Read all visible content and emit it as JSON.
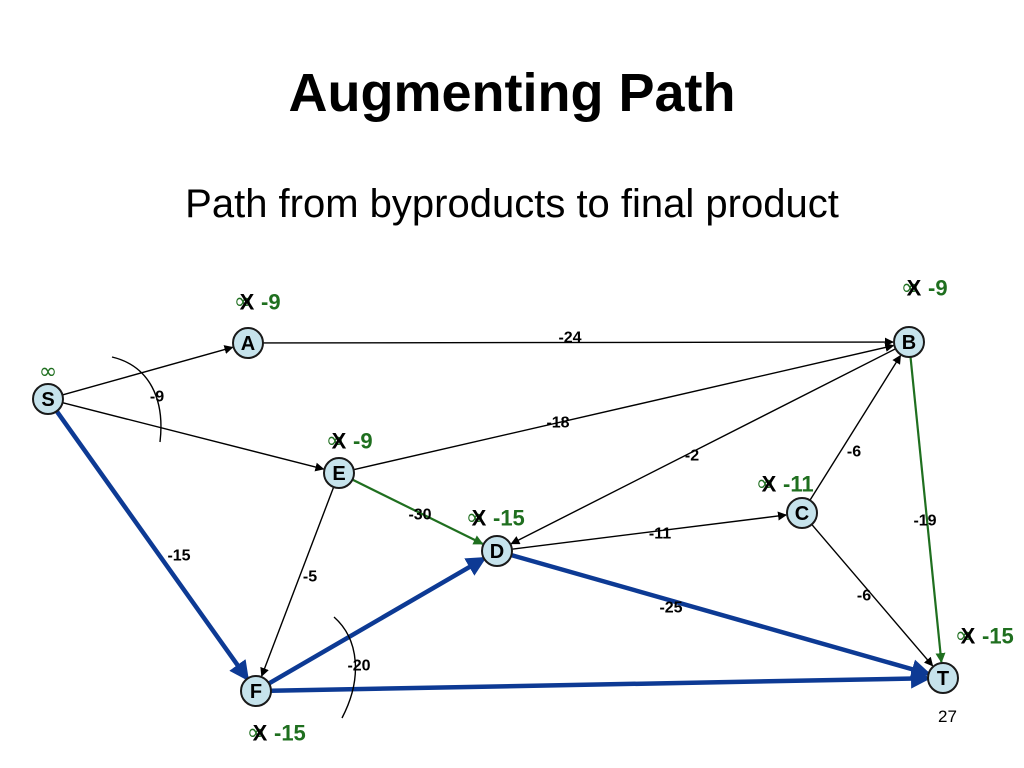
{
  "slide": {
    "title": "Augmenting Path",
    "subtitle": "Path from byproducts to final product",
    "page_number": "27"
  },
  "colors": {
    "node_fill": "#c6e3ec",
    "path_blue": "#0d3a94",
    "path_green": "#1f6f1f",
    "edge_black": "#000000",
    "label_green": "#1f6f1f"
  },
  "nodes": [
    {
      "id": "S",
      "label": "S"
    },
    {
      "id": "A",
      "label": "A"
    },
    {
      "id": "B",
      "label": "B"
    },
    {
      "id": "E",
      "label": "E"
    },
    {
      "id": "D",
      "label": "D"
    },
    {
      "id": "C",
      "label": "C"
    },
    {
      "id": "F",
      "label": "F"
    },
    {
      "id": "T",
      "label": "T"
    }
  ],
  "edges": [
    {
      "from": "S",
      "to": "A",
      "label": "",
      "style": "black"
    },
    {
      "from": "S",
      "to": "E",
      "label": "",
      "style": "black"
    },
    {
      "from": "S",
      "to": "F",
      "label": "-15",
      "style": "blue"
    },
    {
      "from": "A",
      "to": "B",
      "label": "-24",
      "style": "black"
    },
    {
      "from": "E",
      "to": "B",
      "label": "-18",
      "style": "black"
    },
    {
      "from": "E",
      "to": "D",
      "label": "-30",
      "style": "green"
    },
    {
      "from": "E",
      "to": "F",
      "label": "-5",
      "style": "black"
    },
    {
      "from": "B",
      "to": "D",
      "label": "-2",
      "style": "black"
    },
    {
      "from": "B",
      "to": "T",
      "label": "-19",
      "style": "green"
    },
    {
      "from": "C",
      "to": "B",
      "label": "-6",
      "style": "black"
    },
    {
      "from": "C",
      "to": "T",
      "label": "-6",
      "style": "black"
    },
    {
      "from": "D",
      "to": "C",
      "label": "-11",
      "style": "black"
    },
    {
      "from": "D",
      "to": "T",
      "label": "-25",
      "style": "blue"
    },
    {
      "from": "F",
      "to": "D",
      "label": "",
      "style": "blue"
    },
    {
      "from": "F",
      "to": "T",
      "label": "",
      "style": "blue"
    }
  ],
  "cut_labels": [
    {
      "id": "cut-s",
      "label": "-9"
    },
    {
      "id": "cut-f",
      "label": "-20"
    }
  ],
  "node_values": [
    {
      "node": "S",
      "old": "∞",
      "crossed": false,
      "new": ""
    },
    {
      "node": "A",
      "old": "∞",
      "crossed": true,
      "new": "-9"
    },
    {
      "node": "B",
      "old": "∞",
      "crossed": true,
      "new": "-9"
    },
    {
      "node": "E",
      "old": "∞",
      "crossed": true,
      "new": "-9"
    },
    {
      "node": "D",
      "old": "∞",
      "crossed": true,
      "new": "-15"
    },
    {
      "node": "C",
      "old": "∞",
      "crossed": true,
      "new": "-11"
    },
    {
      "node": "T",
      "old": "∞",
      "crossed": true,
      "new": "-15"
    },
    {
      "node": "F",
      "old": "∞",
      "crossed": true,
      "new": "-15"
    }
  ]
}
